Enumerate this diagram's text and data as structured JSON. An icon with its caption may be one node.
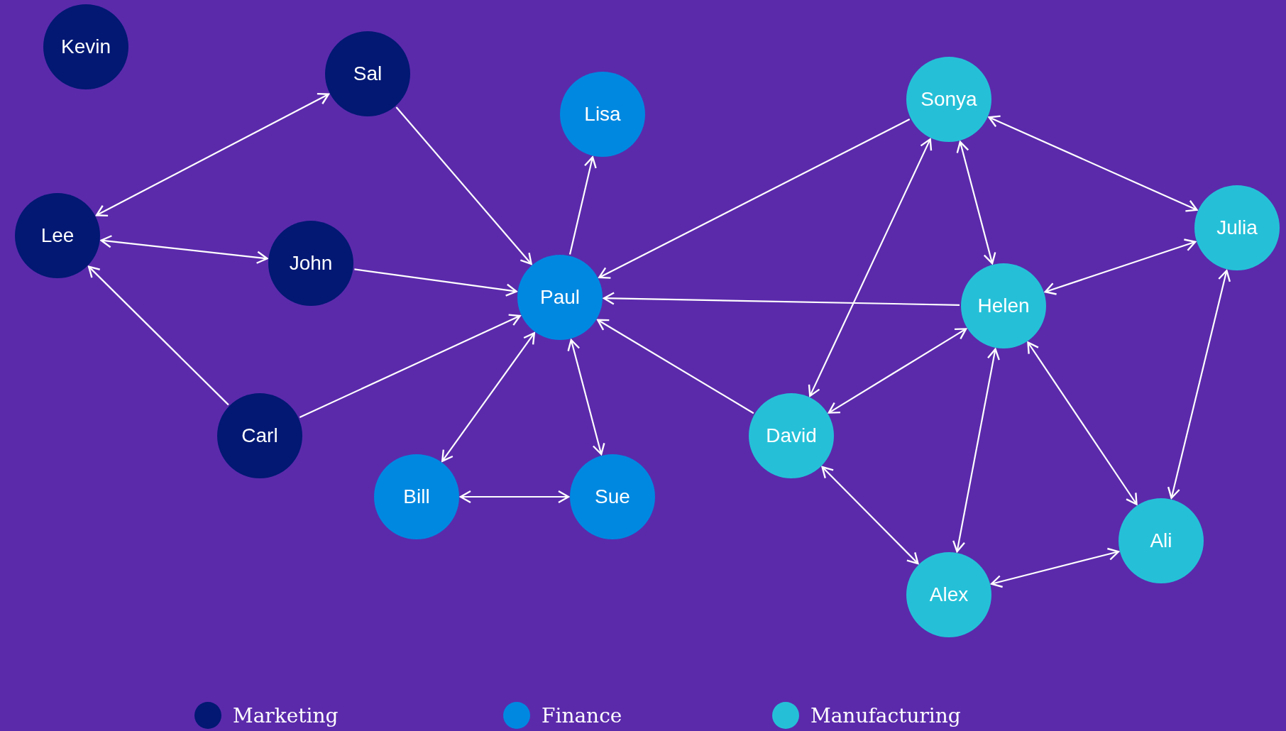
{
  "diagram": {
    "nodes": [
      {
        "text": [
          "Kevin"
        ]
      },
      {
        "text": [
          "Sal"
        ]
      },
      {
        "text": [
          "Sonya"
        ]
      },
      {
        "text": [
          "Lisa"
        ]
      },
      {
        "text": [
          "Julia"
        ]
      },
      {
        "text": [
          "Lee"
        ]
      },
      {
        "text": [
          "John"
        ]
      },
      {
        "text": [
          "Paul"
        ]
      },
      {
        "text": [
          "Helen"
        ]
      },
      {
        "text": [
          "Carl"
        ]
      },
      {
        "text": [
          "David"
        ]
      },
      {
        "text": [
          "Bill"
        ]
      },
      {
        "text": [
          "Sue"
        ]
      },
      {
        "text": [
          "Ali"
        ]
      },
      {
        "text": [
          "Alex"
        ]
      }
    ],
    "edges": [
      {
        "from": 1,
        "to": 5,
        "arrow": "both"
      },
      {
        "from": 1,
        "to": 7,
        "arrow": "to"
      },
      {
        "from": 5,
        "to": 6,
        "arrow": "both"
      },
      {
        "from": 6,
        "to": 7,
        "arrow": "to"
      },
      {
        "from": 9,
        "to": 5,
        "arrow": "to"
      },
      {
        "from": 9,
        "to": 7,
        "arrow": "to"
      },
      {
        "from": 7,
        "to": 3,
        "arrow": "to"
      },
      {
        "from": 7,
        "to": 11,
        "arrow": "both"
      },
      {
        "from": 7,
        "to": 12,
        "arrow": "both"
      },
      {
        "from": 11,
        "to": 12,
        "arrow": "both"
      },
      {
        "from": 2,
        "to": 7,
        "arrow": "to"
      },
      {
        "from": 8,
        "to": 7,
        "arrow": "to"
      },
      {
        "from": 10,
        "to": 7,
        "arrow": "to"
      },
      {
        "from": 2,
        "to": 10,
        "arrow": "both"
      },
      {
        "from": 2,
        "to": 8,
        "arrow": "both"
      },
      {
        "from": 2,
        "to": 4,
        "arrow": "both"
      },
      {
        "from": 4,
        "to": 8,
        "arrow": "both"
      },
      {
        "from": 8,
        "to": 10,
        "arrow": "both"
      },
      {
        "from": 8,
        "to": 14,
        "arrow": "both"
      },
      {
        "from": 8,
        "to": 13,
        "arrow": "both"
      },
      {
        "from": 4,
        "to": 13,
        "arrow": "both"
      },
      {
        "from": 10,
        "to": 14,
        "arrow": "both"
      },
      {
        "from": 14,
        "to": 13,
        "arrow": "both"
      }
    ],
    "legend": [
      {
        "text": "Marketing",
        "color": "#021873"
      },
      {
        "text": "Finance",
        "color": "#0088e0"
      },
      {
        "text": "Manufacturing",
        "color": "#25c0d8"
      }
    ]
  }
}
